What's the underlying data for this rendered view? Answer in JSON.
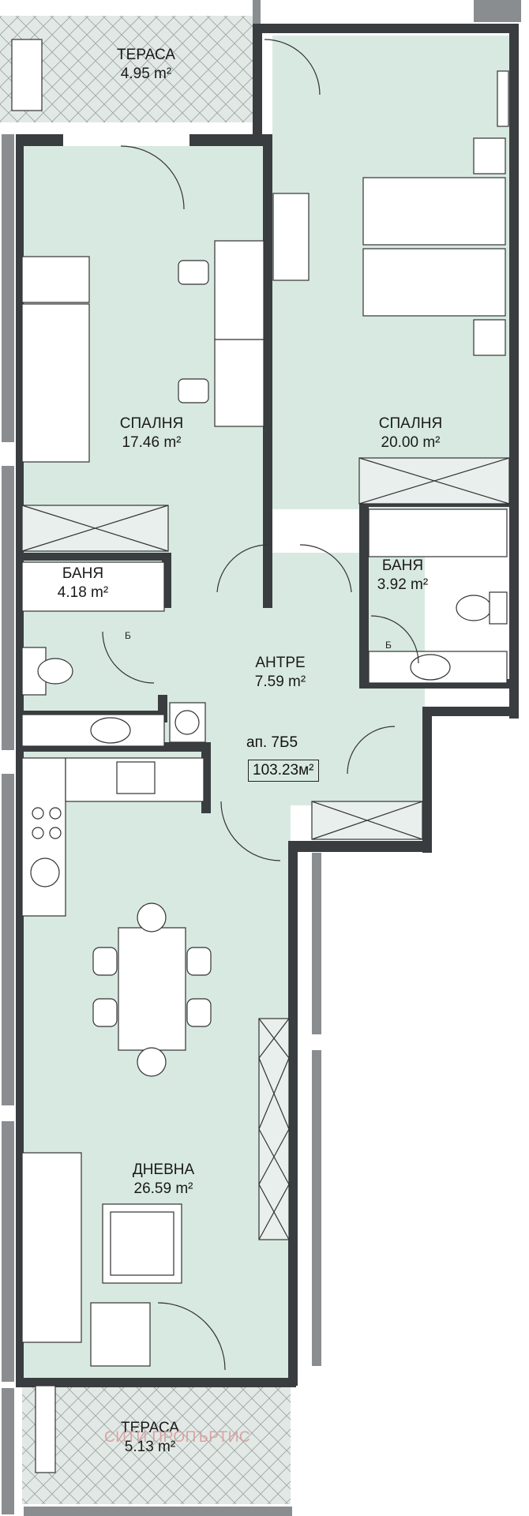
{
  "rooms": {
    "terrace_top": {
      "name": "ТЕРАСА",
      "area": "4.95 m²"
    },
    "bedroom_left": {
      "name": "СПАЛНЯ",
      "area": "17.46 m²"
    },
    "bedroom_right": {
      "name": "СПАЛНЯ",
      "area": "20.00 m²"
    },
    "bath_left": {
      "name": "БАНЯ",
      "area": "4.18 m²"
    },
    "bath_right": {
      "name": "БАНЯ",
      "area": "3.92 m²"
    },
    "hall": {
      "name": "АНТРЕ",
      "area": "7.59 m²"
    },
    "living": {
      "name": "ДНЕВНА",
      "area": "26.59 m²"
    },
    "terrace_bottom": {
      "name": "ТЕРАСА",
      "area": "5.13 m²"
    }
  },
  "apartment": {
    "number": "ап. 7Б5",
    "total_area": "103.23м²"
  },
  "fixture_marks": {
    "boiler_left": "Б",
    "boiler_right": "Б"
  },
  "watermark": "СИТИ ПРОПЪРТИС",
  "colors": {
    "floor": "#d8e9e2",
    "wall": "#3a3d40",
    "wall_light": "#8a8d90",
    "terrace": "#dfe6e3"
  }
}
